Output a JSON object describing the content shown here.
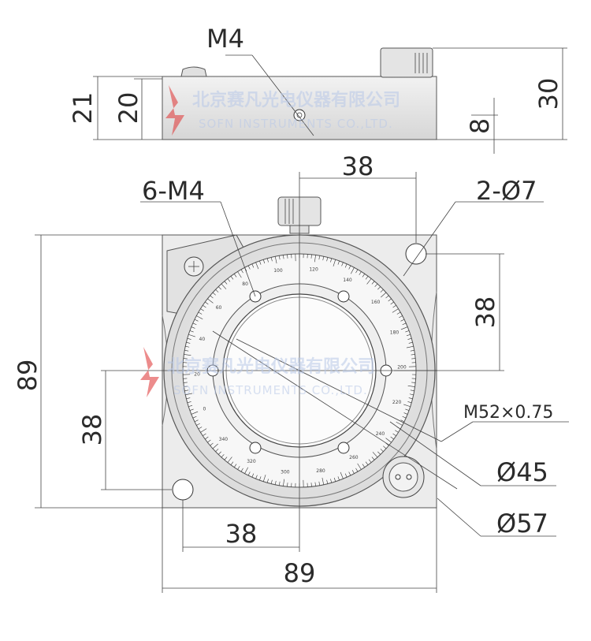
{
  "top_view": {
    "thread_label": "M4",
    "dim_left_outer": "21",
    "dim_left_inner": "20",
    "dim_right_total": "30",
    "dim_right_small": "8"
  },
  "main_view": {
    "mount_holes_label": "6-M4",
    "corner_holes_label": "2-Ø7",
    "dim_top_hole_spacing": "38",
    "dim_right_hole_spacing": "38",
    "dim_left_hole_offset": "38",
    "dim_bottom_hole_offset": "38",
    "dim_height": "89",
    "dim_width": "89",
    "thread_callout": "M52×0.75",
    "inner_diameter": "Ø45",
    "outer_diameter": "Ø57"
  },
  "dial": {
    "labels": [
      "0",
      "20",
      "40",
      "60",
      "80",
      "100",
      "120",
      "140",
      "160",
      "180",
      "200",
      "220",
      "240",
      "260",
      "280",
      "300",
      "320",
      "340"
    ]
  },
  "watermark": {
    "company_cn": "北京赛凡光电仪器有限公司",
    "company_en": "SOFN INSTRUMENTS CO.,LTD."
  },
  "colors": {
    "body_fill": "#e9e9e9",
    "body_stroke": "#555555",
    "watermark": "#b8c8e8",
    "logo_red": "#e04040"
  }
}
